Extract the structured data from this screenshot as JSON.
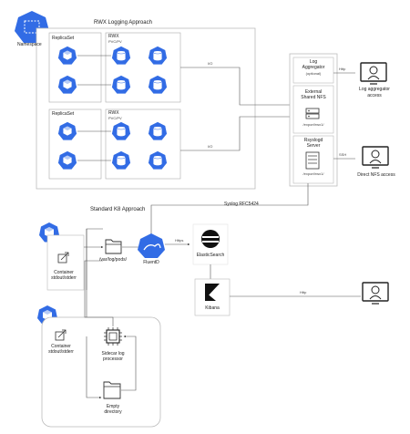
{
  "namespace": {
    "label": "Namespace"
  },
  "rwx": {
    "title": "RWX Logging Approach",
    "replicaset_label": "ReplicaSet",
    "volume_label": "RWX",
    "volume_sublabel": "PVC/PV",
    "io_label": "I/O"
  },
  "server": {
    "log_aggregator": "Log",
    "log_aggregator_line2": "Aggregator",
    "log_aggregator_optional": "(optional)",
    "nfs_line1": "External",
    "nfs_line2": "Shared NFS",
    "nfs_path": "/export/rwx1/",
    "rsyslog_line1": "Rsyslogd",
    "rsyslog_line2": "Server",
    "rsyslog_path": "/export/rwx1/"
  },
  "users": {
    "http_label": "Http",
    "ssh_label": "SSH",
    "log_access": "Log aggregator",
    "log_access_line2": "access",
    "nfs_access": "Direct NFS access"
  },
  "standard": {
    "title": "Standard K8 Approach",
    "syslog_label": "Syslog RFC5424",
    "container_label": "Container",
    "container_sublabel": "stdout/stderr",
    "varlog_label": "/var/log/pods/",
    "fluentd_label": "FluentD",
    "https_label": "Https",
    "elastic_label": "ElasticSearch",
    "kibana_label": "Kibana",
    "kibana_http_label": "Http",
    "sidecar_line1": "Sidecar log",
    "sidecar_line2": "processor",
    "empty_line1": "Empty",
    "empty_line2": "directory"
  },
  "colors": {
    "k8s_blue": "#326ce5",
    "line": "#555555",
    "box_border": "#bbbbbb",
    "elastic_dark": "#111111"
  }
}
